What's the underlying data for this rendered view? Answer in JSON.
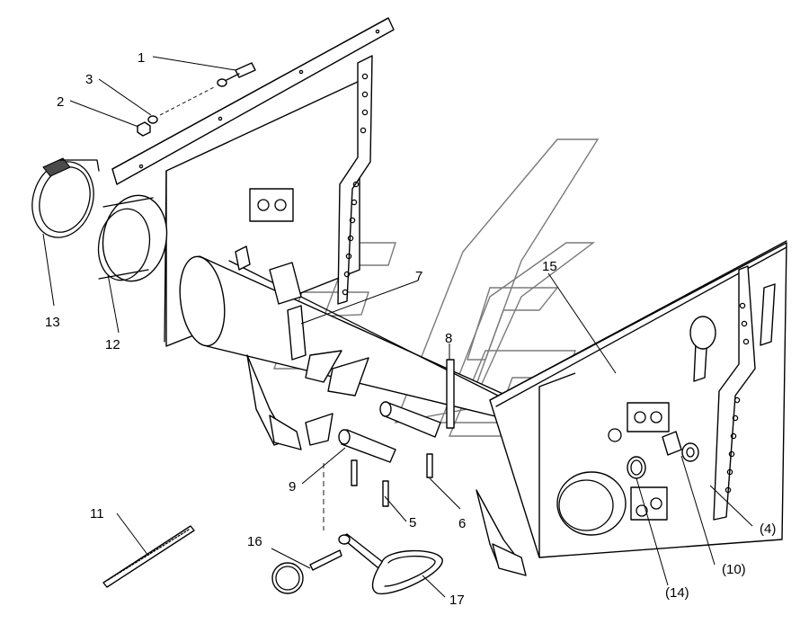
{
  "callouts": [
    {
      "id": "1",
      "text": "1"
    },
    {
      "id": "2",
      "text": "2"
    },
    {
      "id": "3",
      "text": "3"
    },
    {
      "id": "4",
      "text": "(4)"
    },
    {
      "id": "5",
      "text": "5"
    },
    {
      "id": "6",
      "text": "6"
    },
    {
      "id": "7",
      "text": "7"
    },
    {
      "id": "8",
      "text": "8"
    },
    {
      "id": "9",
      "text": "9"
    },
    {
      "id": "10",
      "text": "(10)"
    },
    {
      "id": "11",
      "text": "11"
    },
    {
      "id": "12",
      "text": "12"
    },
    {
      "id": "13",
      "text": "13"
    },
    {
      "id": "14",
      "text": "(14)"
    },
    {
      "id": "15",
      "text": "15"
    },
    {
      "id": "16",
      "text": "16"
    },
    {
      "id": "17",
      "text": "17"
    }
  ]
}
